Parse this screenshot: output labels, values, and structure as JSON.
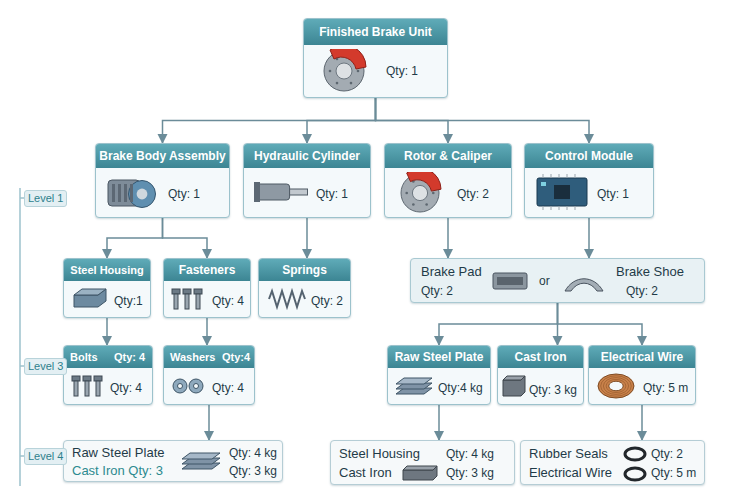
{
  "diagram": {
    "nodes": [
      {
        "text": [
          "Finished Brake Unit",
          "Qty: 1"
        ]
      },
      {
        "text": [
          "Brake Body Assembly",
          "Qty: 1"
        ]
      },
      {
        "text": [
          "Hydraulic Cylinder",
          "Qty: 1"
        ]
      },
      {
        "text": [
          "Rotor & Caliper",
          "Qty: 2"
        ]
      },
      {
        "text": [
          "Control Module",
          "Qty: 1"
        ]
      },
      {
        "text": [
          "Steel Housing",
          "Qty:1"
        ]
      },
      {
        "text": [
          "Fasteners",
          "Qty: 4"
        ]
      },
      {
        "text": [
          "Springs",
          "Qty: 2"
        ]
      },
      {
        "text": [
          "Brake Pad",
          "Qty: 2",
          "or",
          "Brake Shoe",
          "Qty: 2"
        ]
      },
      {
        "text": [
          "Bolts",
          "Qty: 4",
          "Qty: 4"
        ]
      },
      {
        "text": [
          "Washers",
          "Qty:4",
          "Qty: 4"
        ]
      },
      {
        "text": [
          "Raw Steel Plate",
          "Qty:4 kg"
        ]
      },
      {
        "text": [
          "Cast Iron",
          "Qty: 3 kg"
        ]
      },
      {
        "text": [
          "Electrical Wire",
          "Qty: 5 m"
        ]
      },
      {
        "text": [
          "Raw Steel Plate",
          "Cast Iron Qty: 3",
          "Qty: 4 kg",
          "Qty: 3 kg"
        ]
      },
      {
        "text": [
          "Steel Housing",
          "Cast Iron",
          "Qty: 4 kg",
          "Qty: 3 kg"
        ]
      },
      {
        "text": [
          "Rubber Seals",
          "Electrical Wire",
          "Qty: 2",
          "Qty: 5 m"
        ]
      }
    ],
    "edges": [
      {
        "from": 0,
        "to": 1,
        "arrow": "to"
      },
      {
        "from": 0,
        "to": 2,
        "arrow": "to"
      },
      {
        "from": 0,
        "to": 3,
        "arrow": "to"
      },
      {
        "from": 0,
        "to": 4,
        "arrow": "to"
      },
      {
        "from": 1,
        "to": 5,
        "arrow": "to"
      },
      {
        "from": 1,
        "to": 6,
        "arrow": "to"
      },
      {
        "from": 2,
        "to": 7,
        "arrow": "to"
      },
      {
        "from": 3,
        "to": 8,
        "arrow": "to"
      },
      {
        "from": 4,
        "to": 8,
        "arrow": "to"
      },
      {
        "from": 5,
        "to": 9,
        "arrow": "to"
      },
      {
        "from": 6,
        "to": 10,
        "arrow": "to"
      },
      {
        "from": 10,
        "to": 14,
        "arrow": "to"
      },
      {
        "from": 8,
        "to": 11,
        "arrow": "to"
      },
      {
        "from": 8,
        "to": 12,
        "arrow": "to"
      },
      {
        "from": 8,
        "to": 13,
        "arrow": "to"
      },
      {
        "from": 11,
        "to": 15,
        "arrow": "to"
      },
      {
        "from": 13,
        "to": 16,
        "arrow": "to"
      }
    ],
    "labels": [
      "Level 1",
      "Level 3",
      "Level 4"
    ]
  }
}
